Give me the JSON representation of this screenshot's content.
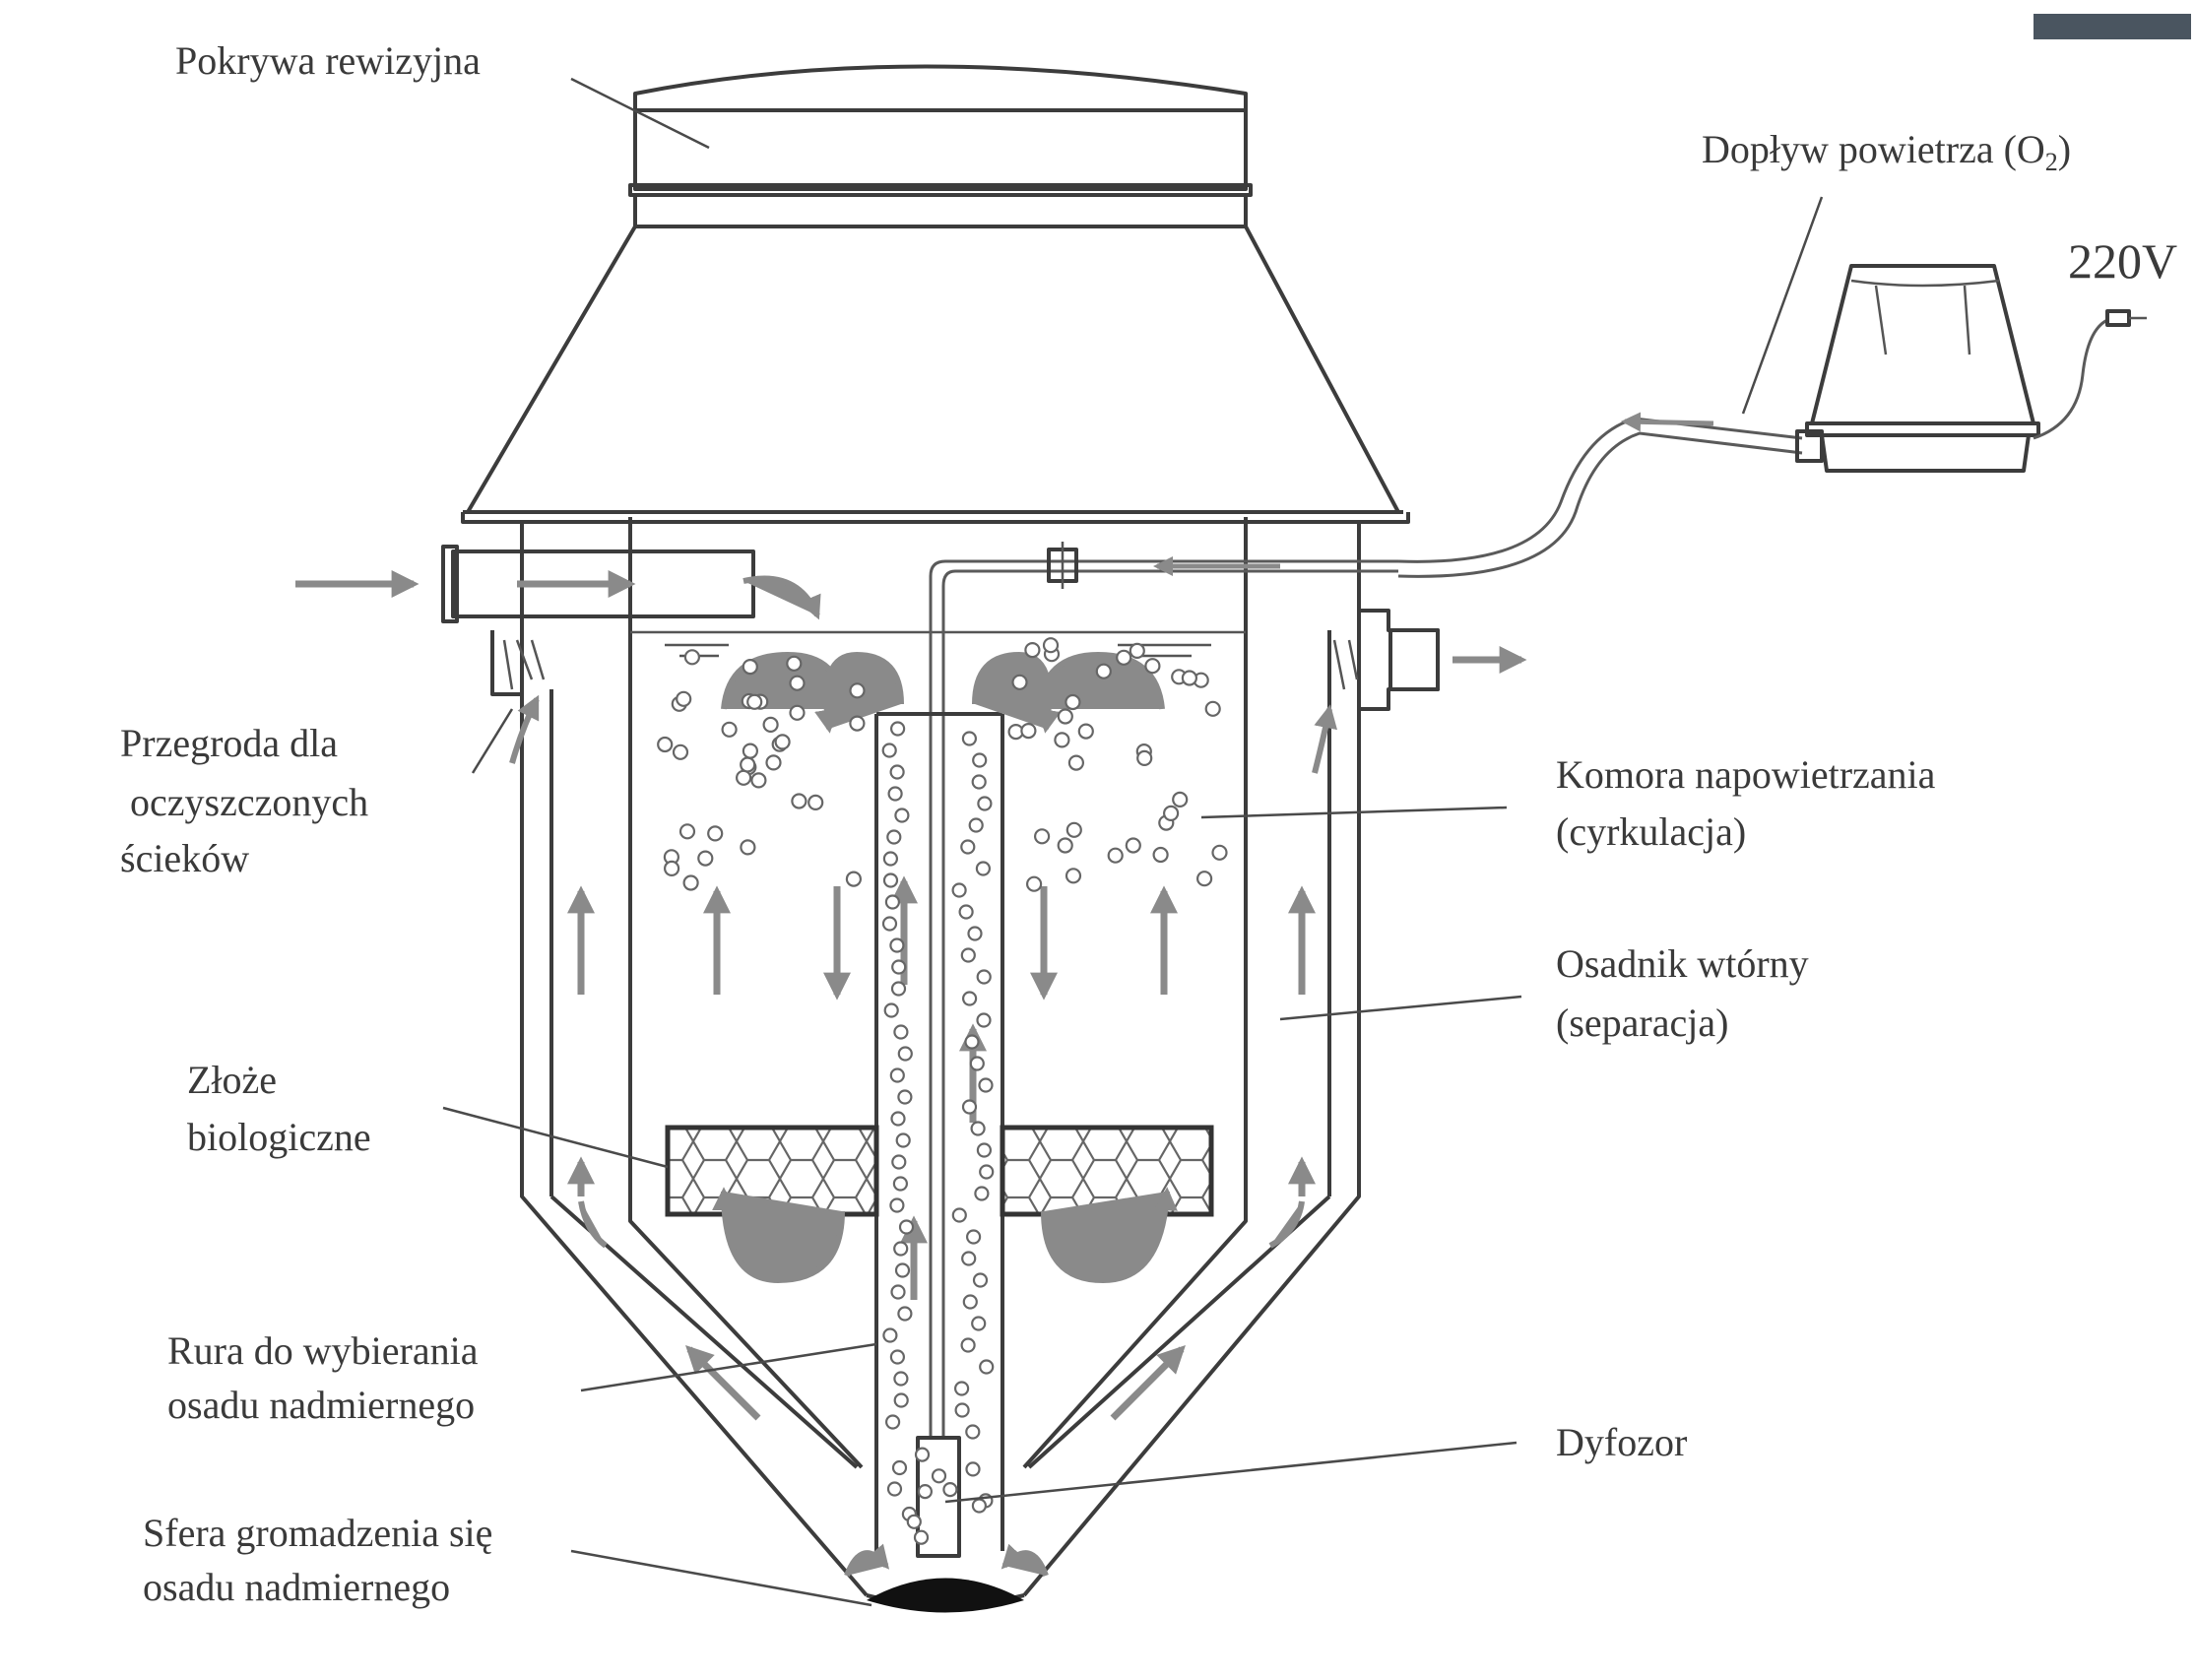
{
  "labels": {
    "pokrywa": "Pokrywa rewizyjna",
    "doplyw_pre": "Dopływ powietrza (O",
    "doplyw_sub": "2",
    "doplyw_post": ")",
    "voltage": "220V",
    "przegroda_1": "Przegroda dla",
    "przegroda_2": "oczyszczonych",
    "przegroda_3": "ścieków",
    "komora_1": "Komora napowietrzania",
    "komora_2": "(cyrkulacja)",
    "osadnik_1": "Osadnik wtórny",
    "osadnik_2": "(separacja)",
    "zloze_1": "Złoże",
    "zloze_2": "biologiczne",
    "rura_1": "Rura do wybierania",
    "rura_2": "osadu nadmiernego",
    "dyfozor": "Dyfozor",
    "sfera_1": "Sfera gromadzenia się",
    "sfera_2": "osadu nadmiernego"
  },
  "colors": {
    "line": "#3c3c3c",
    "flow_arrow": "#8a8a8a",
    "sludge": "#111111",
    "corner_mark": "#4a5560"
  }
}
